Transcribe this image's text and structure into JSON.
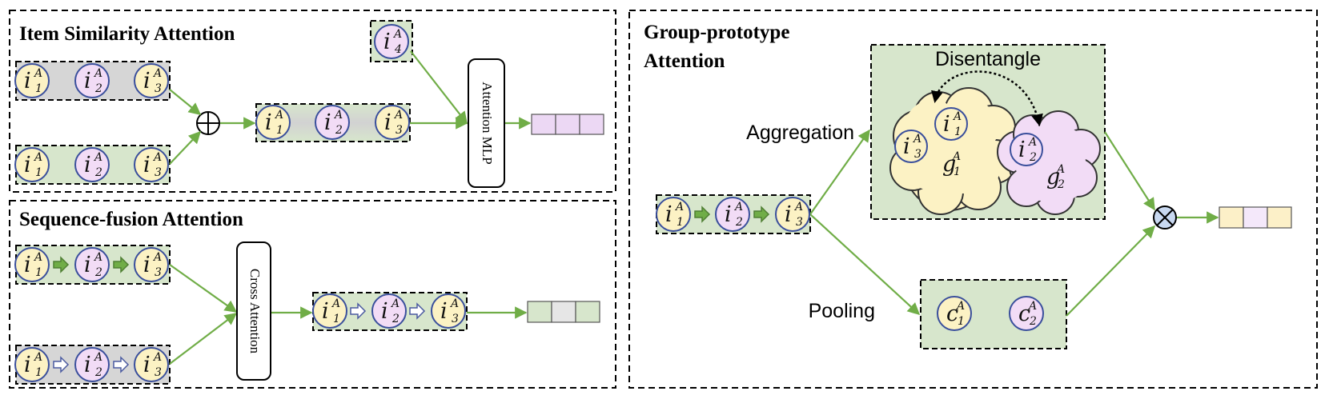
{
  "sections": {
    "item_similarity": {
      "title": "Item Similarity  Attention"
    },
    "sequence_fusion": {
      "title": "Sequence-fusion Attention"
    },
    "group_prototype": {
      "title_line1": "Group-prototype",
      "title_line2": "Attention"
    }
  },
  "modules": {
    "attention_mlp": "Attention MLP",
    "cross_attention": "Cross Attention",
    "disentangle": "Disentangle",
    "aggregation": "Aggregation",
    "pooling": "Pooling"
  },
  "nodes": {
    "i1": {
      "base": "i",
      "sub": "1",
      "sup": "A"
    },
    "i2": {
      "base": "i",
      "sub": "2",
      "sup": "A"
    },
    "i3": {
      "base": "i",
      "sub": "3",
      "sup": "A"
    },
    "i4": {
      "base": "i",
      "sub": "4",
      "sup": "A"
    },
    "g1": {
      "base": "g",
      "sub": "1",
      "sup": "A"
    },
    "g2": {
      "base": "g",
      "sub": "2",
      "sup": "A"
    },
    "c1": {
      "base": "c",
      "sub": "1",
      "sup": "A"
    },
    "c2": {
      "base": "c",
      "sub": "2",
      "sup": "A"
    }
  },
  "colors": {
    "yellow_node": "#fcf2c4",
    "purple_node": "#f2dcf6",
    "node_border": "#3a4f9c",
    "gray_box": "#d6d6d6",
    "green_box": "#d7e6cc",
    "arrow_green": "#70ad47",
    "output_purple": "#ecd8f4",
    "output_green": "#d7e6cc",
    "output_gray": "#e6e6e6",
    "output_yellow": "#fcf0c8"
  },
  "icons": {
    "add": "circle-plus-icon",
    "multiply": "circle-times-icon",
    "arrow": "right-arrow-icon"
  }
}
